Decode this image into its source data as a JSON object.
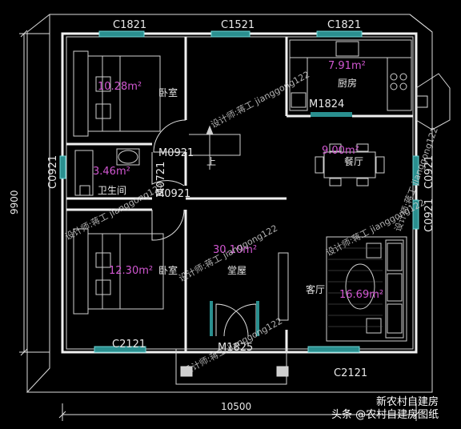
{
  "plan": {
    "rooms": {
      "bedroom_top": {
        "name": "卧室",
        "area": "10.28m²"
      },
      "bathroom": {
        "name": "卫生间",
        "area": "3.46m²"
      },
      "bedroom_bottom": {
        "name": "卧室",
        "area": "12.30m²"
      },
      "kitchen": {
        "name": "厨房",
        "area": "7.91m²"
      },
      "dining": {
        "name": "餐厅",
        "area": "9.00m²"
      },
      "hall": {
        "name": "堂屋",
        "area": "30.10m²"
      },
      "living": {
        "name": "客厅",
        "area": "16.69m²"
      },
      "stairs": {
        "label": "上"
      }
    },
    "windows": {
      "top_left": "C1821",
      "top_mid": "C1521",
      "top_right": "C1821",
      "left_mid": "C0921",
      "right_upper": "C0921",
      "right_lower": "C0921",
      "bottom_left": "C2121",
      "bottom_right": "C2121"
    },
    "doors": {
      "kitchen": "M1824",
      "bed_top": "M0921",
      "bath": "M0721",
      "bed_bottom": "M0921",
      "main": "M1825"
    },
    "dimensions": {
      "width": "10500",
      "height": "9900"
    },
    "watermarks": [
      "设计师:蒋工  jianggong122",
      "设计师:蒋工  jianggong122",
      "设计师:蒋工  jianggong122",
      "设计师:蒋工  jianggong122",
      "设计师:蒋工  jianggong122",
      "设计师:蒋工  jianggong122"
    ],
    "branding": {
      "text": "头条 @农村自建房图纸",
      "overlay": "新农村自建房"
    }
  }
}
